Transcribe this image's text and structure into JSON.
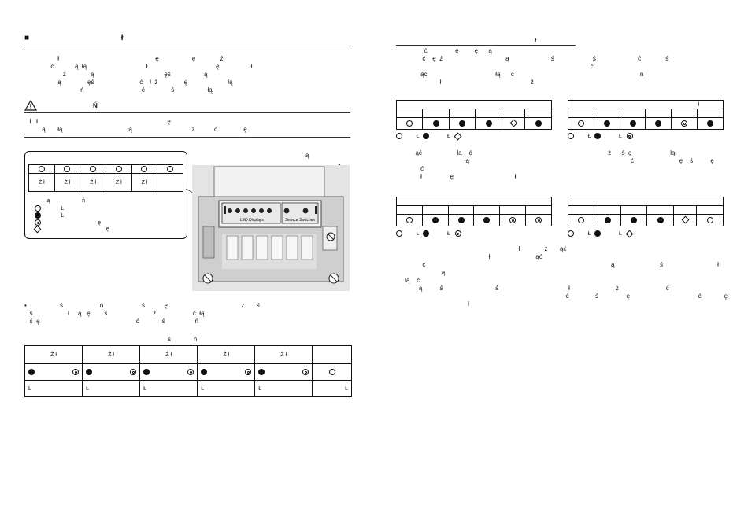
{
  "left": {
    "section_title": "■                                          ł",
    "intro_lines": [
      "                   ł                                                       ę                   ę              ź",
      "               ć            ą  łą                                  ł                                       ę                  ł",
      "                      ź              ą                                        ęś                   ą",
      "                   ą               ęś                          ć    ł  ź               ę                       łą",
      "                                ń                                 ć               ś                   łą"
    ],
    "warning_title": "Ń",
    "warning_lines": [
      "   ł   ł                                                                          ę",
      "          ą       łą                                     łą                                  ź           ć               ę"
    ],
    "diagram_callout": "ą",
    "inset": {
      "cells": [
        "Ź ł",
        "Ź ł",
        "Ź ł",
        "Ź ł",
        "Ź ł",
        ""
      ],
      "legend": [
        {
          "symbol": "none",
          "text": "            ą                     ń"
        },
        {
          "symbol": "empty",
          "text": "           Ł"
        },
        {
          "symbol": "full",
          "text": "           Ł"
        },
        {
          "symbol": "dotted",
          "text": "                                   ę"
        },
        {
          "symbol": "diamond",
          "text": "                                         ę"
        }
      ]
    },
    "photo_labels": {
      "led": "LED Displays",
      "service": "Service Switches"
    },
    "bullet_lines": [
      "•                   ś                     ń                      ś           ę                                          ź       ś",
      "   ś                    ł     ą   ę        ś                          ź                     ć  łą",
      "   ś  ę                                                       ć             ś                 ń"
    ],
    "table_caption": "ś             ń",
    "table": {
      "headers": [
        "Ź ł",
        "Ź ł",
        "Ź ł",
        "Ź ł",
        "Ź ł",
        ""
      ],
      "status": [
        [
          "full",
          "dotted"
        ],
        [
          "full",
          "dotted"
        ],
        [
          "full",
          "dotted"
        ],
        [
          "full",
          "dotted"
        ],
        [
          "full",
          "dotted"
        ],
        [
          "empty"
        ]
      ],
      "bottom": [
        "Ł",
        "Ł",
        "Ł",
        "Ł",
        "Ł",
        "Ł"
      ]
    }
  },
  "right": {
    "title": "ł",
    "intro_lines": [
      "                ć                ę         ę      ą",
      "               ć    ę  ź                                    ą                        ś                      ś                        ć              ś",
      "                                                                                                               ć",
      "              ąć                                       łą      ć                                                                        ń",
      "                         ł                                                   ź"
    ],
    "tables": [
      {
        "header_right": "",
        "row": [
          "empty",
          "full",
          "full",
          "full",
          "diamond",
          "full"
        ],
        "legend": [
          {
            "symbol": "empty",
            "text": "       Ł"
          },
          {
            "symbol": "full",
            "text": "          Ł"
          },
          {
            "symbol": "diamond",
            "text": ""
          }
        ]
      },
      {
        "header_right": "ł",
        "row": [
          "empty",
          "full",
          "full",
          "full",
          "dotted",
          "full"
        ],
        "legend": [
          {
            "symbol": "empty",
            "text": "       Ł"
          },
          {
            "symbol": "full",
            "text": "          Ł"
          },
          {
            "symbol": "dotted",
            "text": ""
          }
        ]
      },
      {
        "header_right": "",
        "row": [
          "empty",
          "full",
          "full",
          "full",
          "dotted",
          "dotted"
        ],
        "legend": [
          {
            "symbol": "empty",
            "text": "       Ł"
          },
          {
            "symbol": "full",
            "text": "          Ł"
          },
          {
            "symbol": "dotted",
            "text": ""
          }
        ]
      },
      {
        "header_right": "",
        "row": [
          "empty",
          "full",
          "full",
          "full",
          "diamond",
          "empty"
        ],
        "legend": [
          {
            "symbol": "empty",
            "text": "       Ł"
          },
          {
            "symbol": "full",
            "text": "          Ł"
          },
          {
            "symbol": "diamond",
            "text": ""
          }
        ]
      }
    ],
    "mid_left_lines": [
      "           ąć                    łą    ć",
      "                                       łą",
      "              ć",
      "              ł                ę                                   ł"
    ],
    "mid_right_lines": [
      "                       ż      ś  ę                      łą",
      "",
      "                                    ć                          ę    ś          ę",
      ""
    ],
    "bottom_lines": [
      "                                                                      ł              ż       ąć",
      "                                                     ł                          ąć",
      "               ć                                                                                                          ą                          ś                               ł",
      "                          ą",
      "     łą    ć",
      "             ą          ś                              ś                                        ł                          ż                           ć",
      "                                                                                                 ć               ś                ę                                       ć             ę",
      "                                         ł"
    ]
  }
}
